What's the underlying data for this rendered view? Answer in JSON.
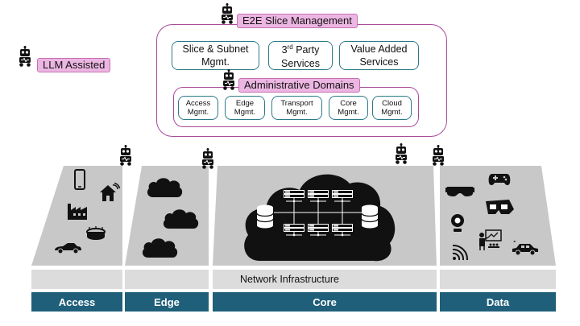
{
  "labels": {
    "e2e": "E2E Slice Management",
    "llm": "LLM Assisted",
    "admin": "Administrative Domains",
    "slice": "Slice & Subnet Mgmt.",
    "third_base": "3",
    "third_sup": "rd",
    "third_rest": "Party Services",
    "value": "Value Added Services",
    "access_mgmt": "Access Mgmt.",
    "edge_mgmt": "Edge Mgmt.",
    "transport_mgmt": "Transport Mgmt.",
    "core_mgmt": "Core Mgmt.",
    "cloud_mgmt": "Cloud Mgmt.",
    "network_infra": "Network Infrastructure"
  },
  "segments": [
    "Access",
    "Edge",
    "Core",
    "Data"
  ],
  "icons": [
    "robot-icon",
    "phone-icon",
    "house-icon",
    "factory-icon",
    "stadium-icon",
    "car-icon",
    "cloud-icon",
    "server-icon",
    "database-icon",
    "vr-headset-icon",
    "gamepad-icon",
    "3d-glasses-icon",
    "webcam-icon",
    "wifi-icon",
    "teacher-icon",
    "electric-car-icon"
  ],
  "colors": {
    "pink_fill": "#ecb6e2",
    "pink_border": "#a94a9a",
    "teal_border": "#2b7a8a",
    "label_bar": "#1f5f7a",
    "panel_grey": "#c8c8c8",
    "infra_grey": "#dcdcdc"
  }
}
